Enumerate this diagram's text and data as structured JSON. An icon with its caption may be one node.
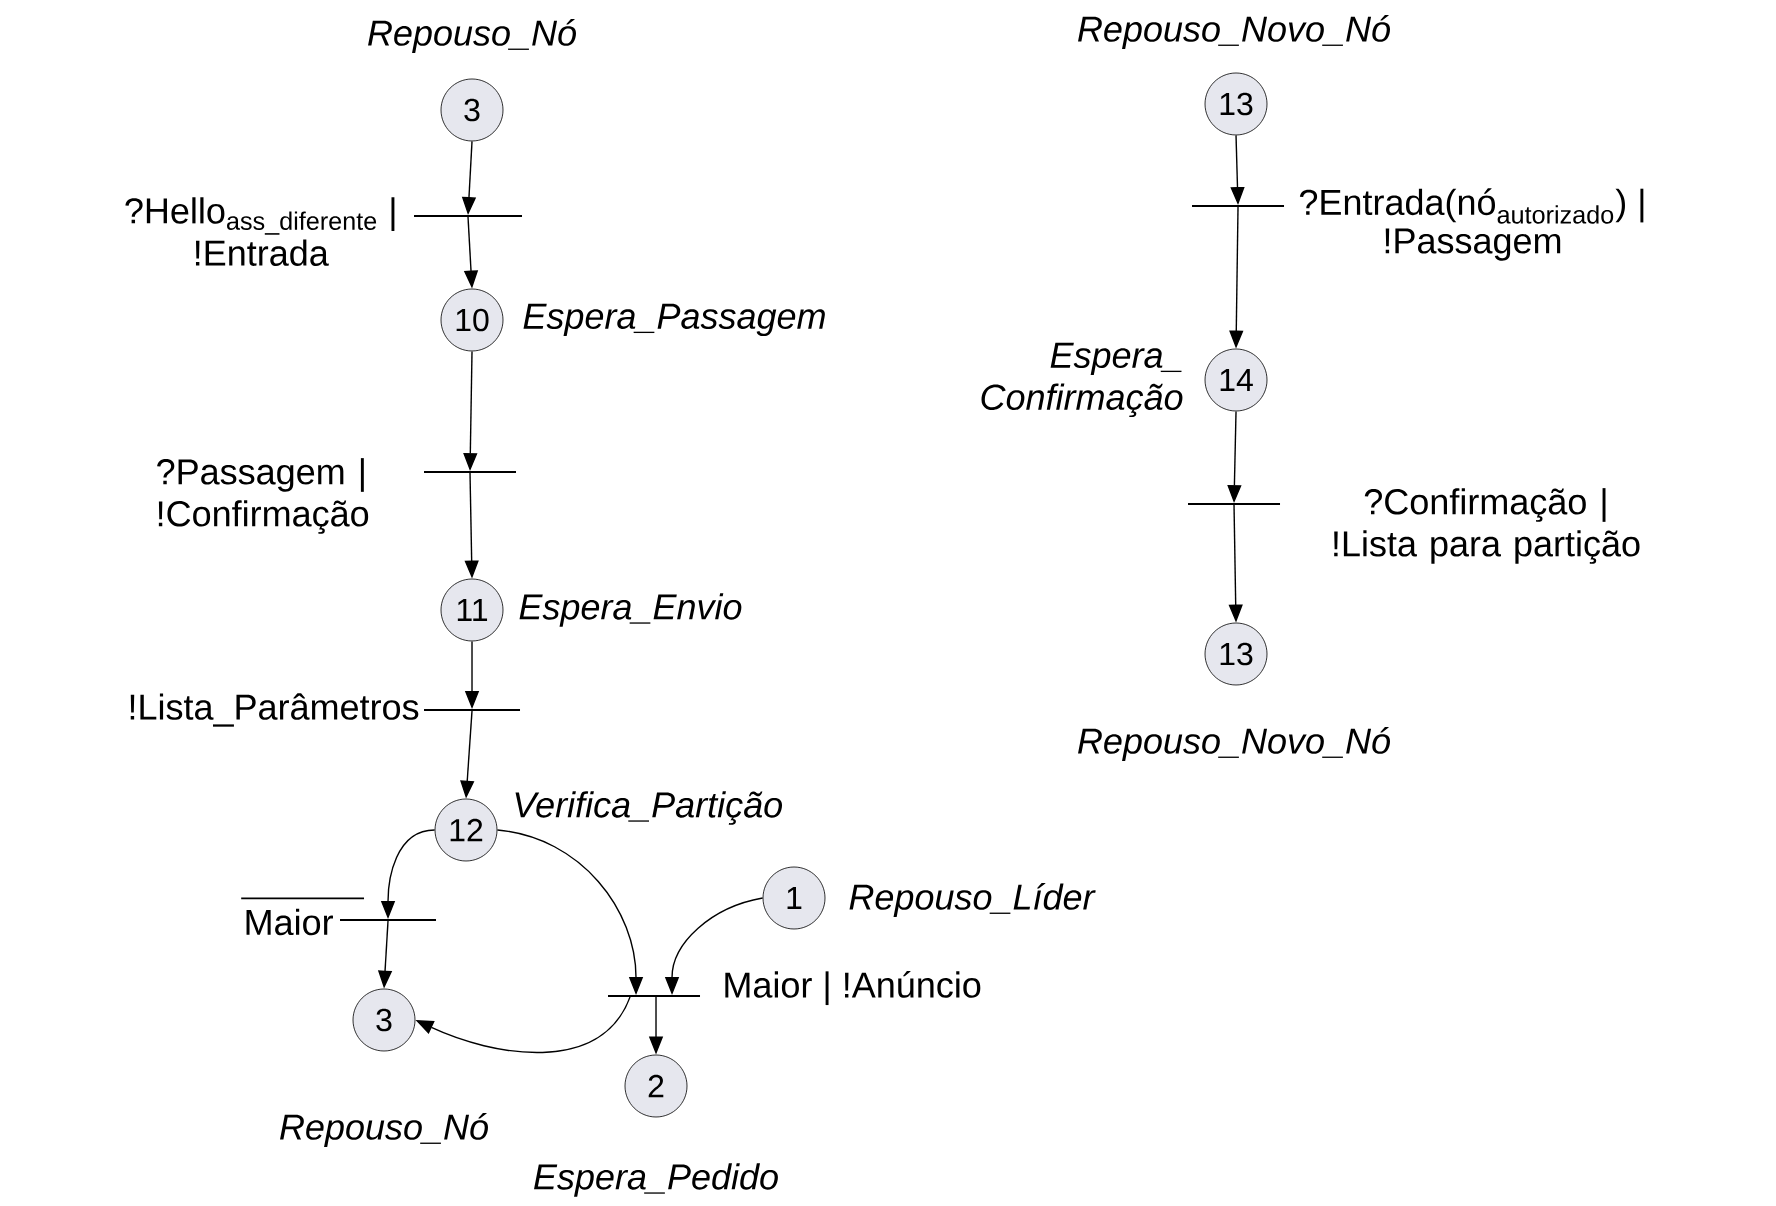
{
  "diagram": {
    "nodes": [
      {
        "text": [
          "3"
        ],
        "beside": [
          "Repouso_Nó"
        ]
      },
      {
        "text": [],
        "shape": "bar",
        "beside": [
          "\\text{?Hello}_{\\text{ass\\_diferente}}\\text{ |}",
          "!Entrada"
        ]
      },
      {
        "text": [
          "10"
        ],
        "beside": [
          "Espera_Passagem"
        ]
      },
      {
        "text": [],
        "shape": "bar",
        "beside": [
          "?Passagem | !Confirmação"
        ]
      },
      {
        "text": [
          "11"
        ],
        "beside": [
          "Espera_Envio"
        ]
      },
      {
        "text": [],
        "shape": "bar",
        "beside": [
          "!Lista_Parâmetros"
        ]
      },
      {
        "text": [
          "12"
        ],
        "beside": [
          "Verifica_Partição"
        ]
      },
      {
        "text": [],
        "shape": "bar",
        "beside": [
          "Maior"
        ]
      },
      {
        "text": [
          "1"
        ],
        "beside": [
          "Repouso_Líder"
        ]
      },
      {
        "text": [],
        "shape": "bar",
        "beside": [
          "Maior | !Anúncio"
        ]
      },
      {
        "text": [
          "3"
        ],
        "beside": [
          "Repouso_Nó"
        ]
      },
      {
        "text": [
          "2"
        ],
        "beside": [
          "Espera_Pedido"
        ]
      },
      {
        "text": [
          "13"
        ],
        "beside": [
          "Repouso_Novo_Nó"
        ]
      },
      {
        "text": [],
        "shape": "bar",
        "beside": [
          "\\text{?Entrada(nó}_{\\text{autorizado}}\\text{) |}",
          "!Passagem"
        ]
      },
      {
        "text": [
          "14"
        ],
        "beside": [
          "Espera_ Confirmação"
        ]
      },
      {
        "text": [],
        "shape": "bar",
        "beside": [
          "?Confirmação | !Lista para partição"
        ]
      },
      {
        "text": [
          "13"
        ],
        "beside": [
          "Repouso_Novo_Nó"
        ]
      }
    ],
    "edges": [
      {
        "from": 0,
        "to": 1,
        "arrow": "to"
      },
      {
        "from": 1,
        "to": 2,
        "arrow": "to"
      },
      {
        "from": 2,
        "to": 3,
        "arrow": "to"
      },
      {
        "from": 3,
        "to": 4,
        "arrow": "to"
      },
      {
        "from": 4,
        "to": 5,
        "arrow": "to"
      },
      {
        "from": 5,
        "to": 6,
        "arrow": "to"
      },
      {
        "from": 6,
        "to": 7,
        "arrow": "to"
      },
      {
        "from": 6,
        "to": 9,
        "arrow": "to"
      },
      {
        "from": 8,
        "to": 9,
        "arrow": "to"
      },
      {
        "from": 7,
        "to": 10,
        "arrow": "to"
      },
      {
        "from": 9,
        "to": 10,
        "arrow": "to"
      },
      {
        "from": 9,
        "to": 11,
        "arrow": "to"
      },
      {
        "from": 12,
        "to": 13,
        "arrow": "to"
      },
      {
        "from": 13,
        "to": 14,
        "arrow": "to"
      },
      {
        "from": 14,
        "to": 15,
        "arrow": "to"
      },
      {
        "from": 15,
        "to": 16,
        "arrow": "to"
      }
    ]
  }
}
